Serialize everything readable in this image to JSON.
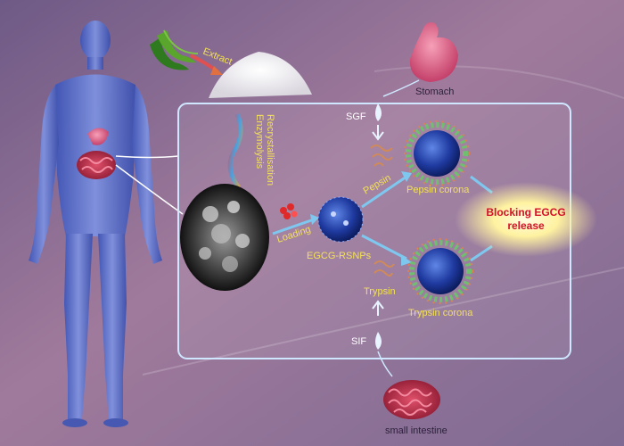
{
  "labels": {
    "extract": "Extract",
    "stomach": "Stomach",
    "enzymolysis": "Enzymolysis",
    "recrystallisation": "Recrystallisation",
    "sgf": "SGF",
    "pepsin": "Pepsin",
    "pepsin_corona": "Pepsin corona",
    "blocking_line1": "Blocking EGCG",
    "blocking_line2": "release",
    "loading": "Loading",
    "egcg_rsnps": "EGCG-RSNPs",
    "trypsin": "Trypsin",
    "trypsin_corona": "Trypsin corona",
    "sif": "SIF",
    "small_intestine": "small intestine"
  },
  "colors": {
    "background": "#8d6b9c",
    "frame": "#cfe8ff",
    "label_yellow": "#f3e05a",
    "blocking_red": "#d4102a",
    "glow": "#fff2a0",
    "nanoparticle": "#2140a8"
  }
}
